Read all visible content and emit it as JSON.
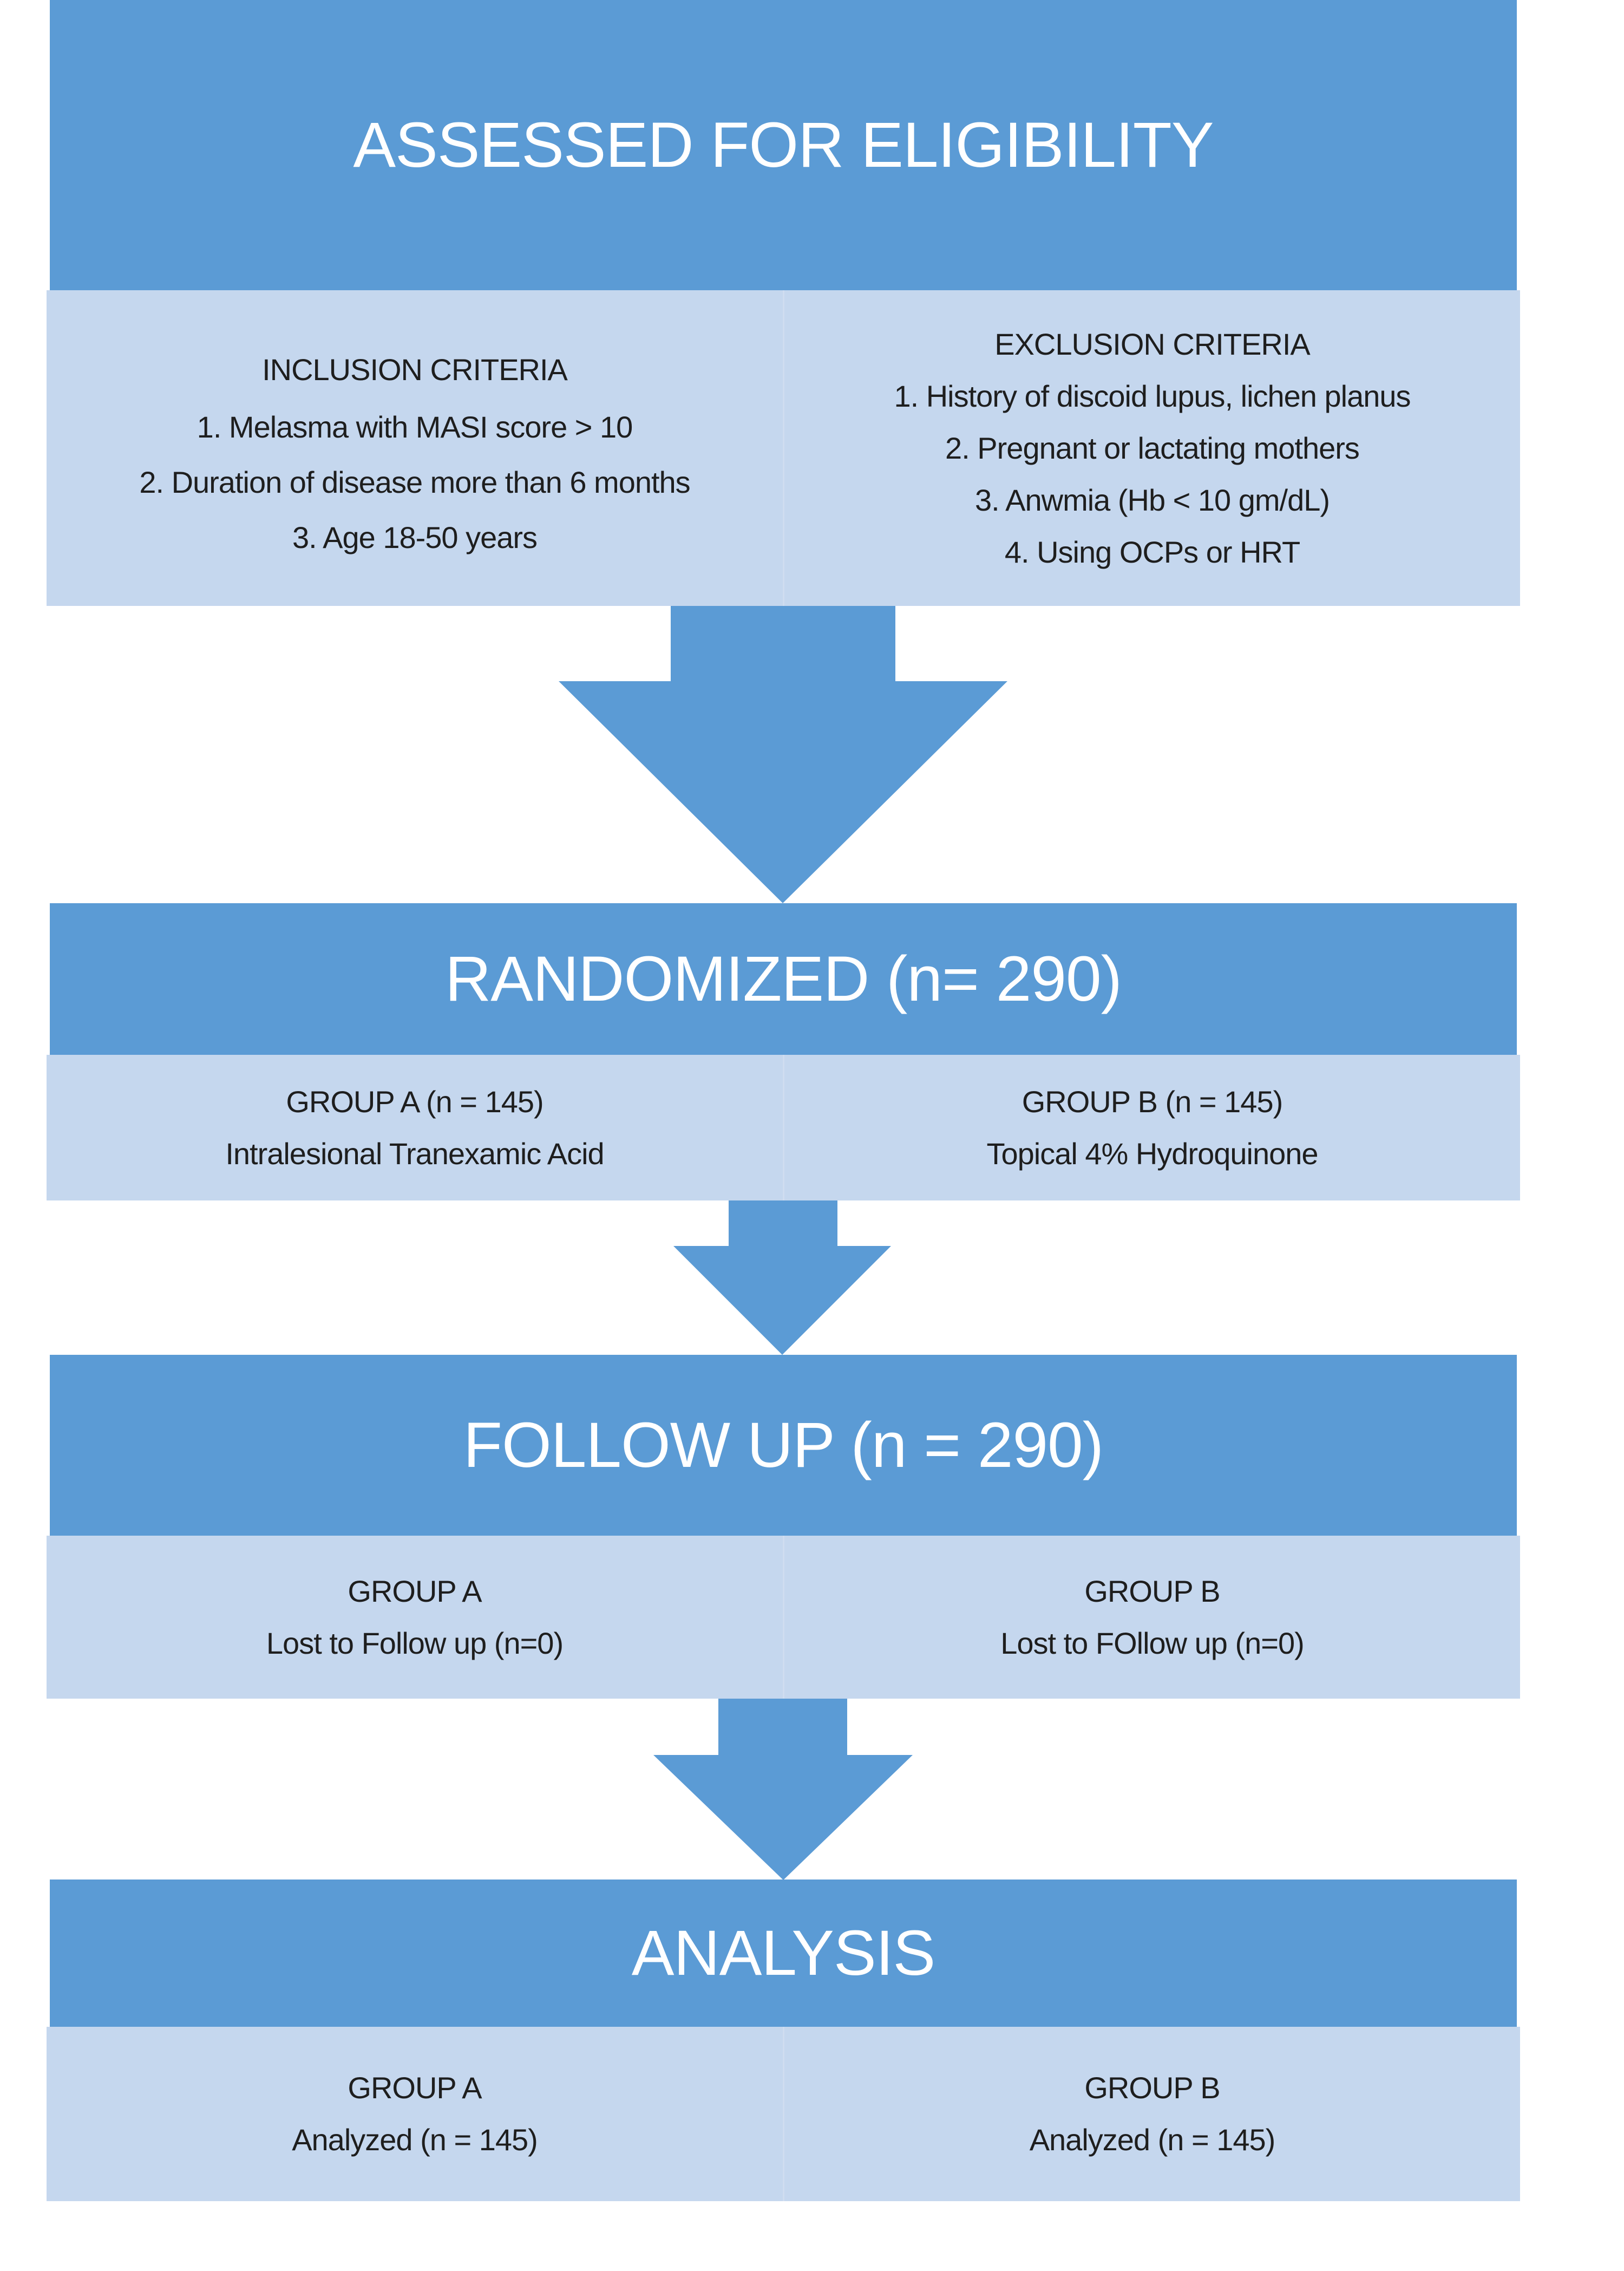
{
  "colors": {
    "header_blue": "#5B9BD5",
    "panel_light_blue": "#C5D7EE",
    "header_text": "#FFFFFF",
    "body_text": "#1E1E1E"
  },
  "stages": [
    {
      "title": "ASSESSED FOR ELIGIBILITY",
      "left": {
        "heading": "INCLUSION CRITERIA",
        "lines": [
          "1. Melasma with MASI score > 10",
          "2. Duration of disease more than 6 months",
          "3. Age 18-50 years"
        ]
      },
      "right": {
        "heading": "EXCLUSION CRITERIA",
        "lines": [
          "1. History of discoid lupus, lichen planus",
          "2. Pregnant or lactating mothers",
          "3. Anwmia (Hb < 10 gm/dL)",
          "4. Using OCPs or HRT"
        ]
      }
    },
    {
      "title": "RANDOMIZED (n= 290)",
      "left": {
        "heading": "GROUP A (n = 145)",
        "lines": [
          "Intralesional Tranexamic Acid"
        ]
      },
      "right": {
        "heading": "GROUP B (n = 145)",
        "lines": [
          "Topical 4% Hydroquinone"
        ]
      }
    },
    {
      "title": "FOLLOW UP (n = 290)",
      "left": {
        "heading": "GROUP A",
        "lines": [
          "Lost to Follow up (n=0)"
        ]
      },
      "right": {
        "heading": "GROUP B",
        "lines": [
          "Lost to FOllow up (n=0)"
        ]
      }
    },
    {
      "title": "ANALYSIS",
      "left": {
        "heading": "GROUP A",
        "lines": [
          "Analyzed (n = 145)"
        ]
      },
      "right": {
        "heading": "GROUP B",
        "lines": [
          "Analyzed (n = 145)"
        ]
      }
    }
  ],
  "arrows": [
    {
      "icon": "down-arrow-icon",
      "from": "ASSESSED FOR ELIGIBILITY",
      "to": "RANDOMIZED"
    },
    {
      "icon": "down-arrow-icon",
      "from": "RANDOMIZED",
      "to": "FOLLOW UP"
    },
    {
      "icon": "down-arrow-icon",
      "from": "FOLLOW UP",
      "to": "ANALYSIS"
    }
  ]
}
